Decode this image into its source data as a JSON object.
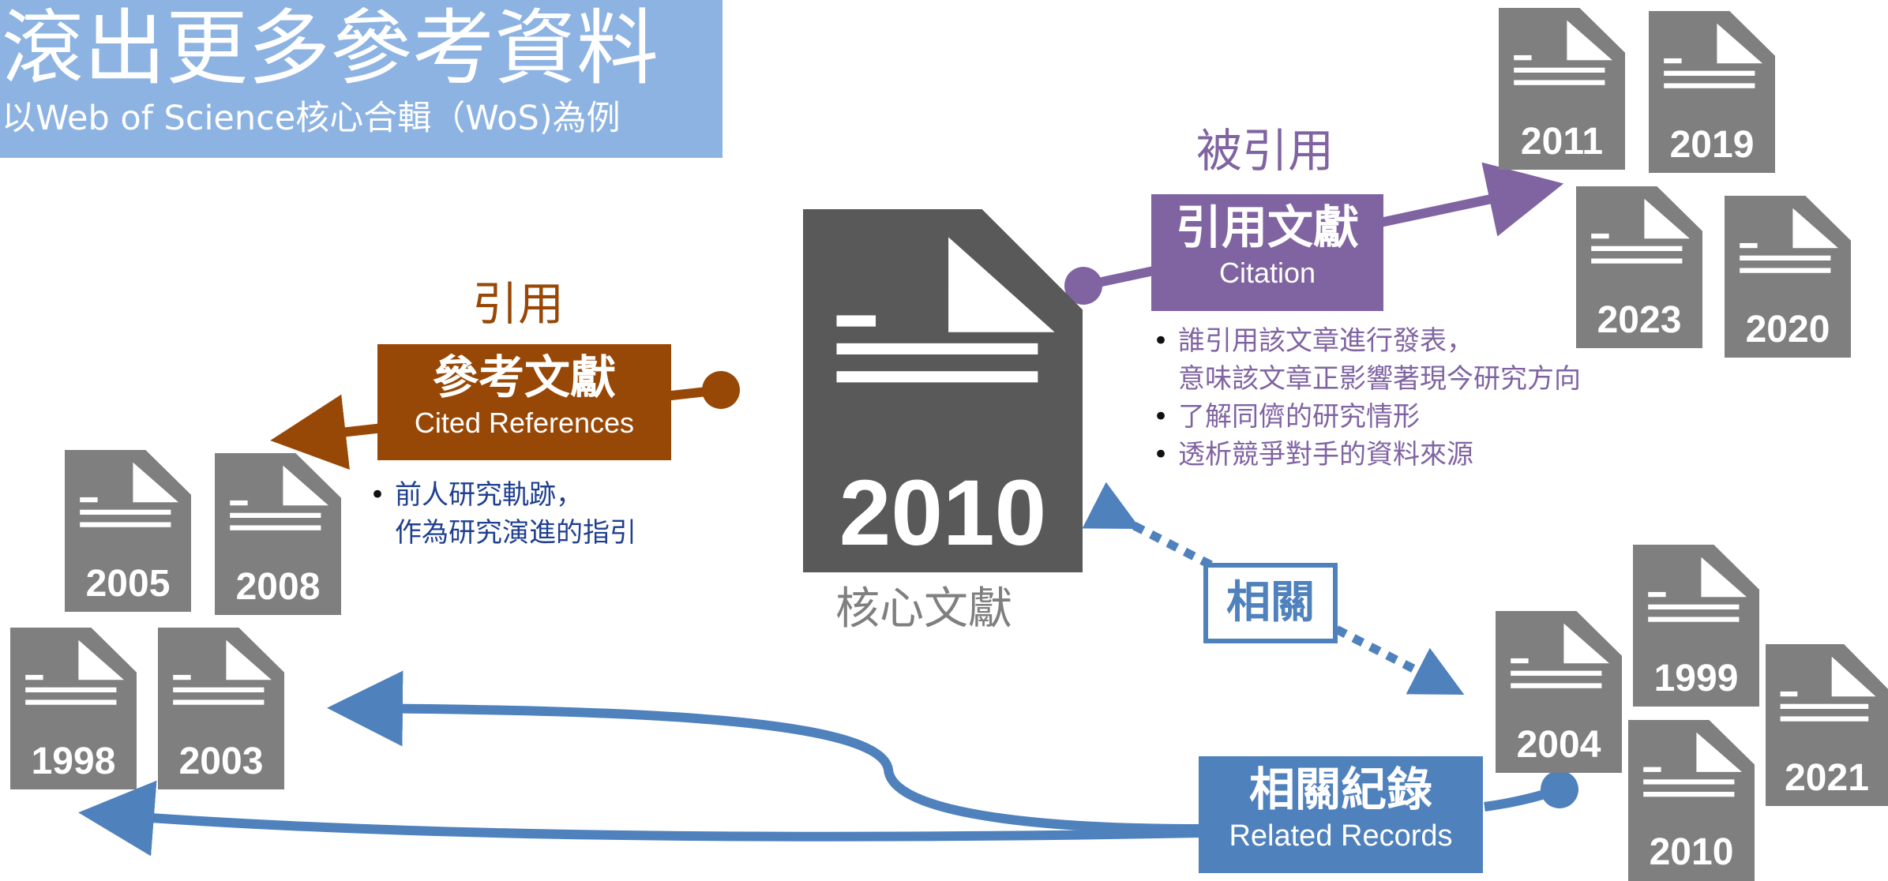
{
  "header": {
    "title": "滾出更多參考資料",
    "subtitle": "以Web of Science核心合輯（WoS)為例"
  },
  "core": {
    "year": "2010",
    "caption": "核心文獻"
  },
  "cited_by": {
    "heading": "被引用",
    "title": "引用文獻",
    "subtitle": "Citation",
    "bullets": [
      {
        "lines": [
          "誰引用該文章進行發表，",
          "意味該文章正影響著現今研究方向"
        ]
      },
      {
        "lines": [
          "了解同儕的研究情形"
        ]
      },
      {
        "lines": [
          "透析競爭對手的資料來源"
        ]
      }
    ],
    "docs": [
      "2011",
      "2019",
      "2023",
      "2020"
    ]
  },
  "references": {
    "heading": "引用",
    "title": "參考文獻",
    "subtitle": "Cited References",
    "bullets": [
      {
        "lines": [
          "前人研究軌跡，",
          "作為研究演進的指引"
        ]
      }
    ],
    "docs": [
      "2005",
      "2008",
      "1998",
      "2003"
    ]
  },
  "related_link": {
    "label": "相關"
  },
  "related": {
    "title": "相關紀錄",
    "subtitle": "Related Records",
    "docs": [
      "1999",
      "2004",
      "2021",
      "2010"
    ]
  },
  "colors": {
    "header_bg": "#8db3e2",
    "doc_gray": "#7f7f7f",
    "core_gray": "#595959",
    "citation_purple": "#8064a2",
    "reference_orange": "#984806",
    "related_blue": "#4f81bd",
    "text_navy": "#1f3f8f"
  }
}
